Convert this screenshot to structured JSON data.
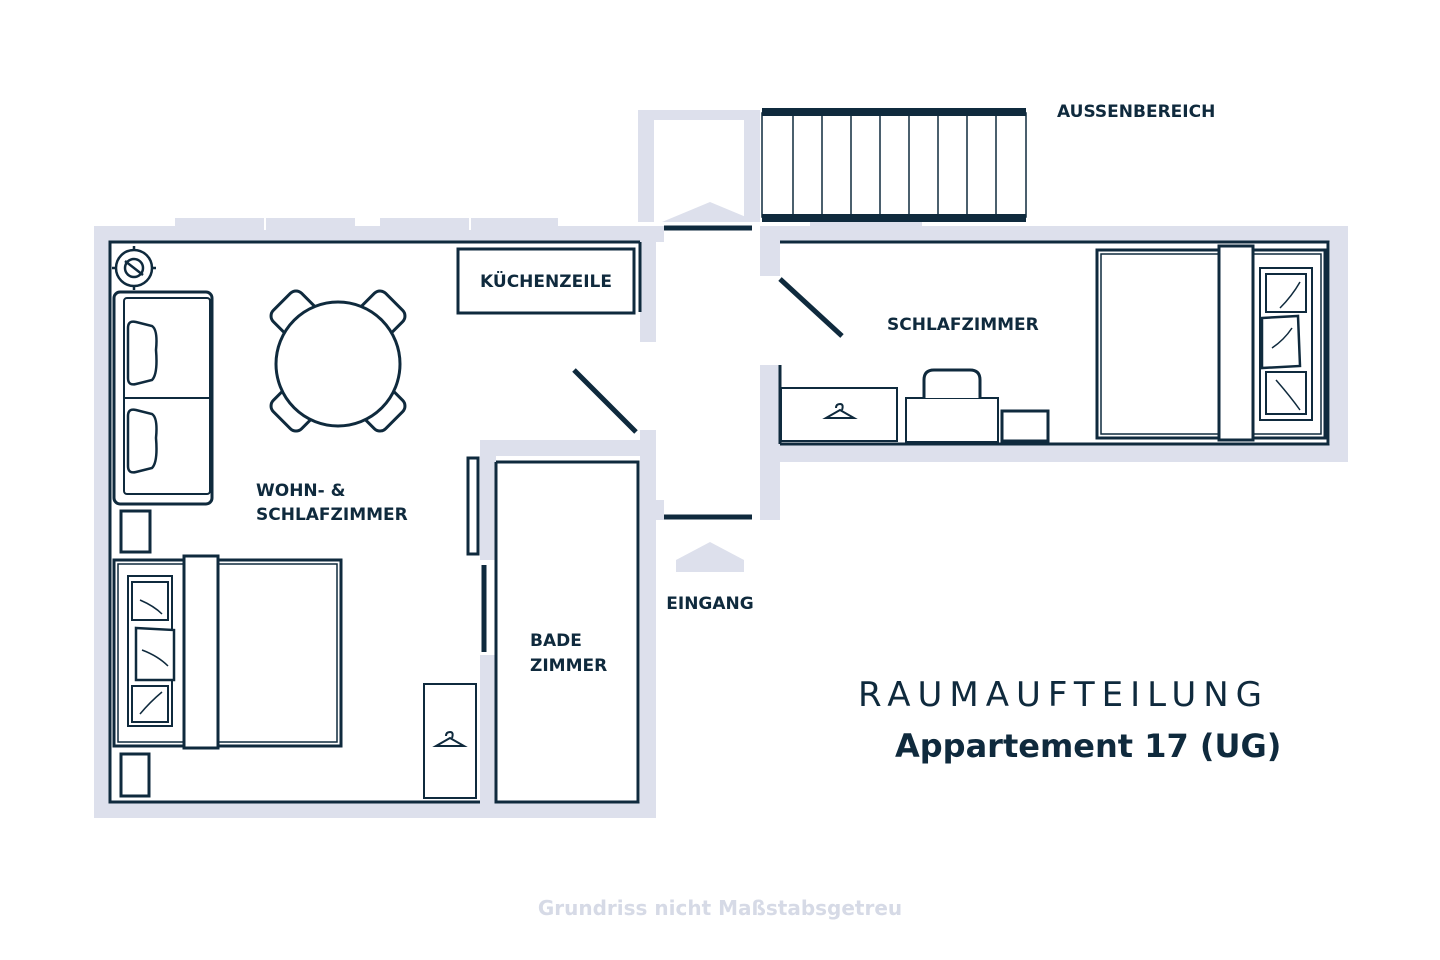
{
  "colors": {
    "wall": "#dde0ec",
    "line": "#0f2a3d",
    "background": "#ffffff",
    "footer_text": "#d6dae6"
  },
  "rooms": {
    "aussenbereich": "AUSSENBEREICH",
    "kuechenzeile": "KÜCHENZEILE",
    "schlafzimmer": "SCHLAFZIMMER",
    "wohn_line1": "WOHN- &",
    "wohn_line2": "SCHLAFZIMMER",
    "eingang": "EINGANG",
    "bad_line1": "BADE",
    "bad_line2": "ZIMMER"
  },
  "title": {
    "main": "RAUMAUFTEILUNG",
    "sub": "Appartement 17 (UG)"
  },
  "footer": "Grundriss nicht Maßstabsgetreu",
  "icons": [
    "hanger-icon",
    "stair-icon",
    "bed-icon",
    "sofa-icon",
    "table-icon",
    "desk-icon",
    "fan-icon"
  ]
}
